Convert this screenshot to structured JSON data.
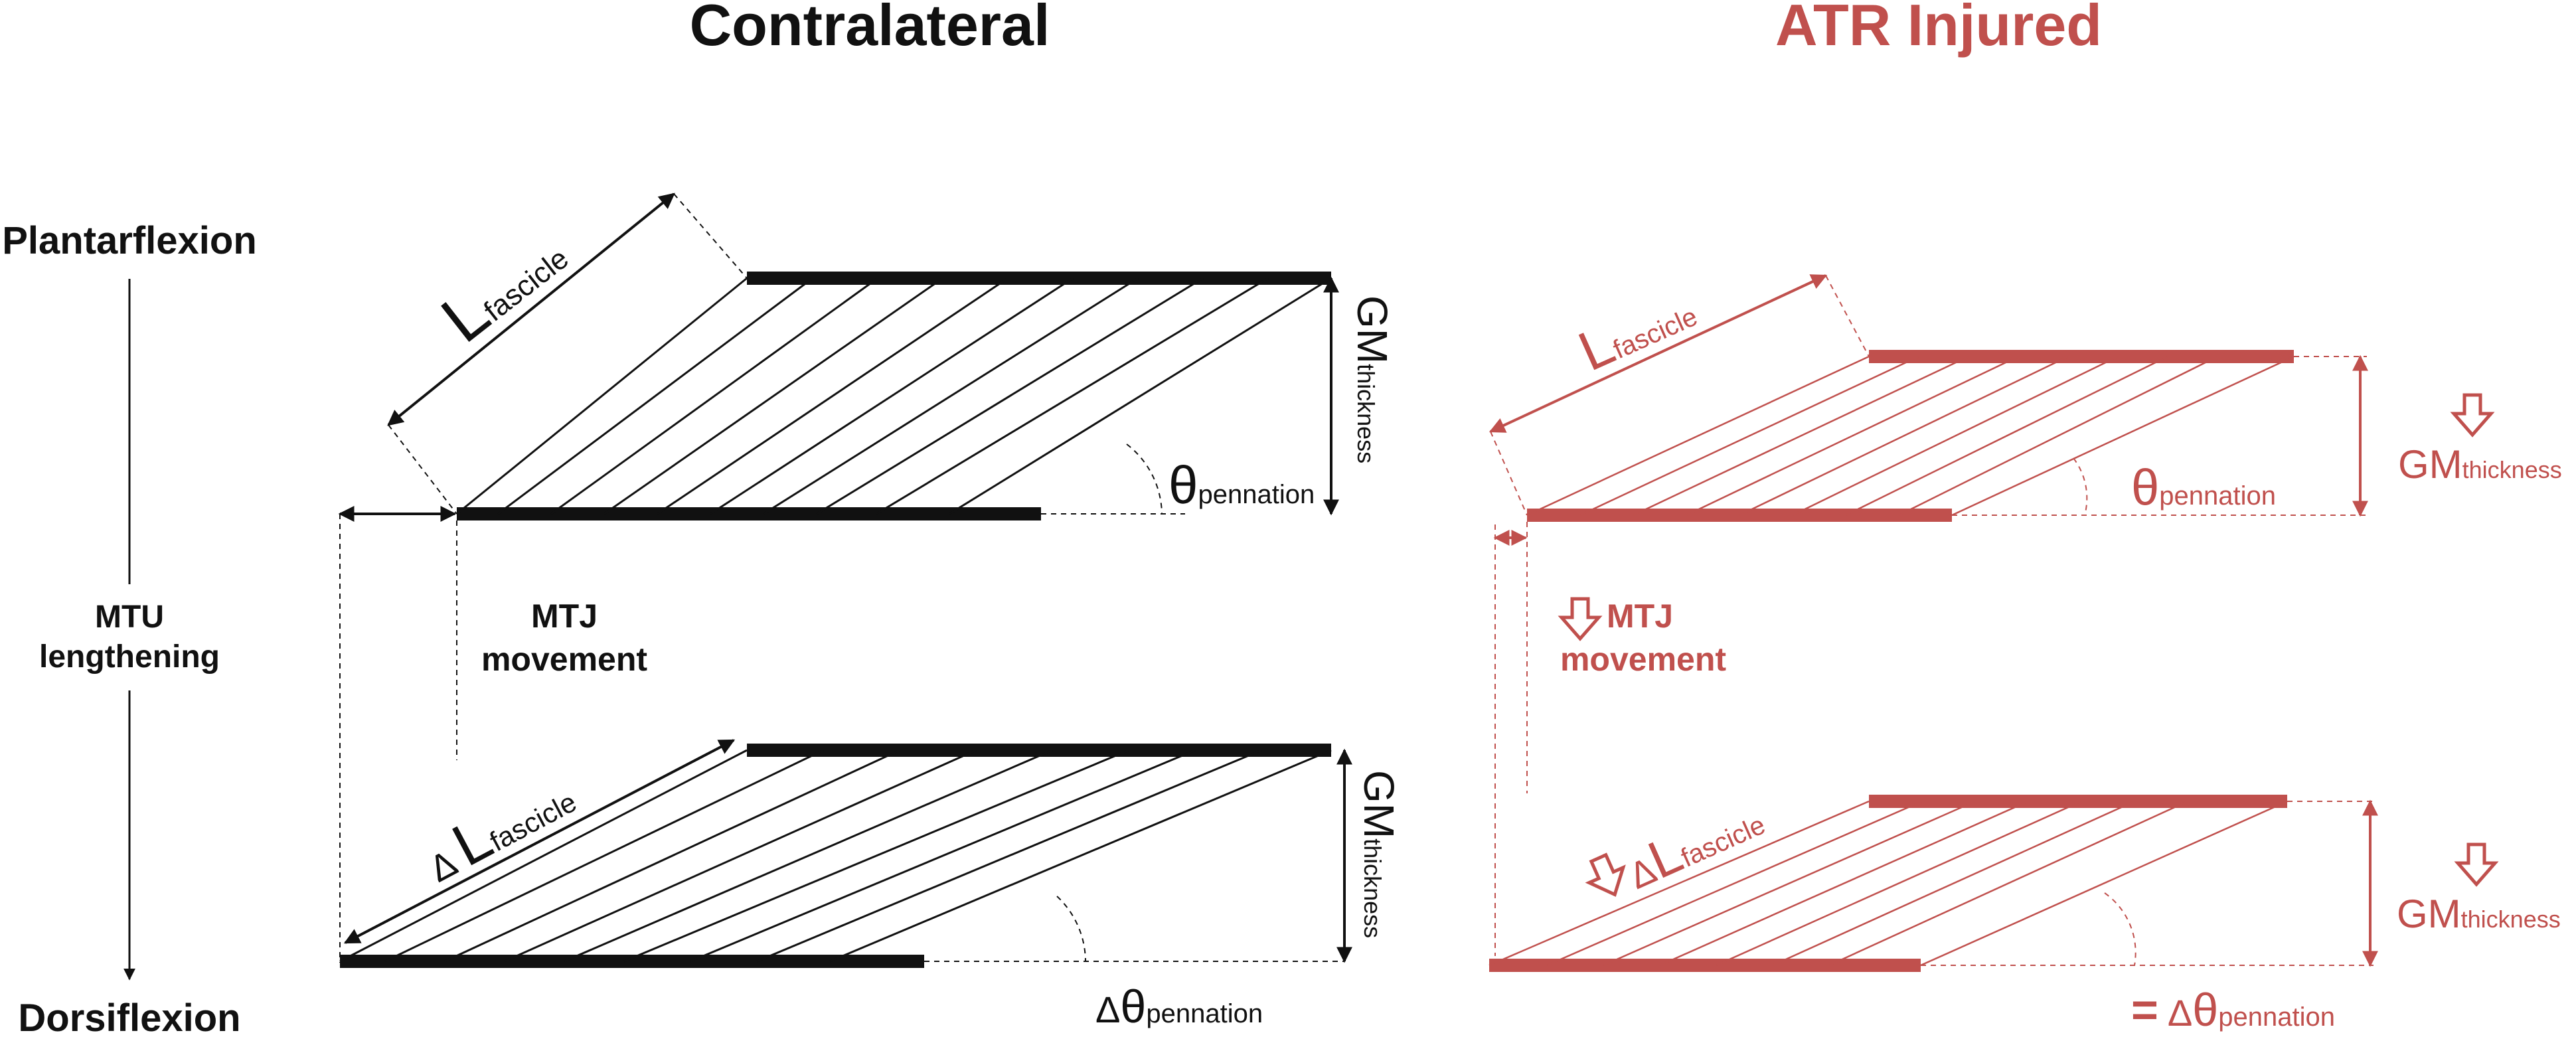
{
  "colors": {
    "control": "#111111",
    "injured": "#c0504d"
  },
  "titles": {
    "contralateral": "Contralateral",
    "injured": "ATR Injured"
  },
  "left_axis": {
    "top": "Plantarflexion",
    "middle_line1": "MTU",
    "middle_line2": "lengthening",
    "bottom": "Dorsiflexion"
  },
  "labels": {
    "L": "L",
    "fascicle": "fascicle",
    "GM": "GM",
    "thickness": "thickness",
    "theta": "θ",
    "pennation": "pennation",
    "delta": "Δ",
    "mtj_line1": "MTJ",
    "mtj_line2": "movement",
    "equals": "="
  },
  "arrow_icon": "down-hollow-arrow-icon"
}
